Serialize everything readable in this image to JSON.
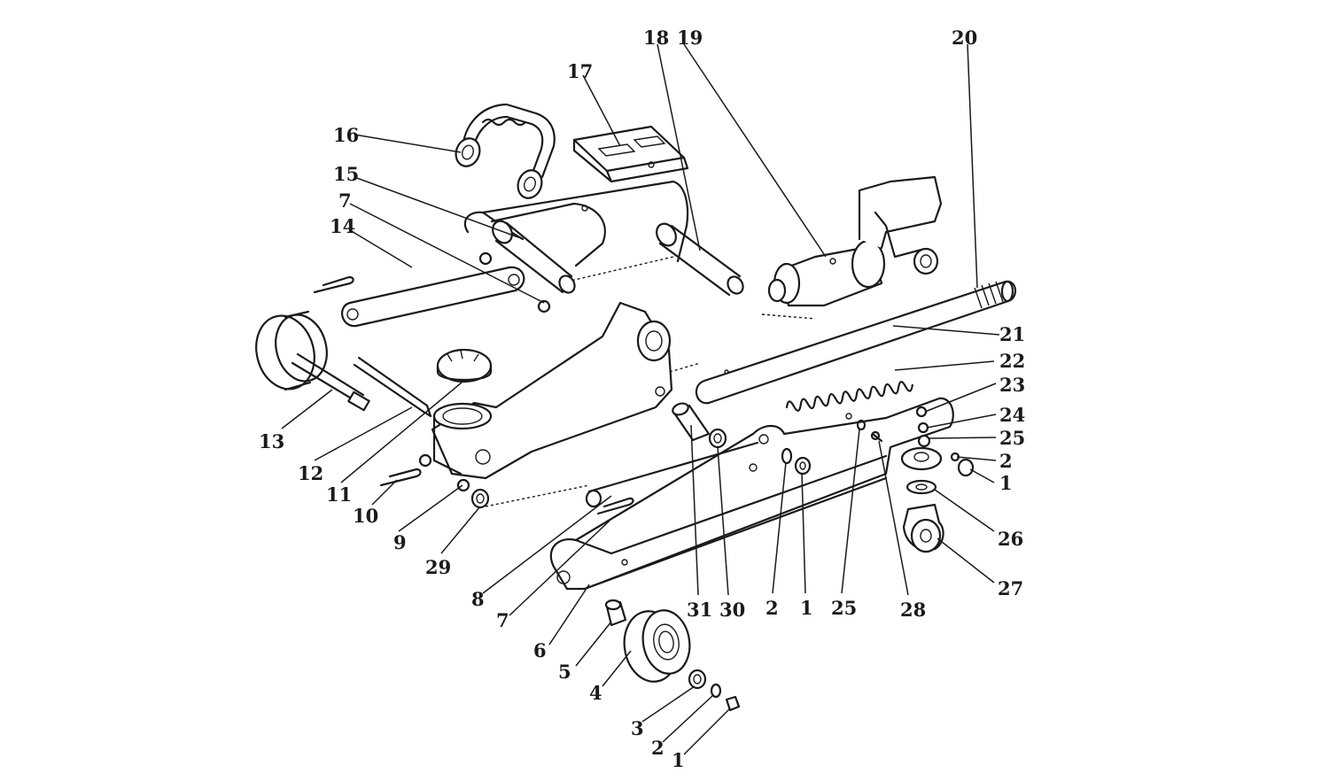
{
  "diagram": {
    "callouts": [
      {
        "id": "c16",
        "text": "16"
      },
      {
        "id": "c17",
        "text": "17"
      },
      {
        "id": "c18",
        "text": "18"
      },
      {
        "id": "c19",
        "text": "19"
      },
      {
        "id": "c20",
        "text": "20"
      },
      {
        "id": "c15",
        "text": "15"
      },
      {
        "id": "c7a",
        "text": "7"
      },
      {
        "id": "c14",
        "text": "14"
      },
      {
        "id": "c21",
        "text": "21"
      },
      {
        "id": "c22",
        "text": "22"
      },
      {
        "id": "c23",
        "text": "23"
      },
      {
        "id": "c24",
        "text": "24"
      },
      {
        "id": "c25a",
        "text": "25"
      },
      {
        "id": "c2a",
        "text": "2"
      },
      {
        "id": "c1a",
        "text": "1"
      },
      {
        "id": "c13",
        "text": "13"
      },
      {
        "id": "c12",
        "text": "12"
      },
      {
        "id": "c11",
        "text": "11"
      },
      {
        "id": "c10",
        "text": "10"
      },
      {
        "id": "c9",
        "text": "9"
      },
      {
        "id": "c29",
        "text": "29"
      },
      {
        "id": "c8",
        "text": "8"
      },
      {
        "id": "c7b",
        "text": "7"
      },
      {
        "id": "c31",
        "text": "31"
      },
      {
        "id": "c30",
        "text": "30"
      },
      {
        "id": "c2b",
        "text": "2"
      },
      {
        "id": "c1b",
        "text": "1"
      },
      {
        "id": "c25b",
        "text": "25"
      },
      {
        "id": "c28",
        "text": "28"
      },
      {
        "id": "c26",
        "text": "26"
      },
      {
        "id": "c27",
        "text": "27"
      },
      {
        "id": "c6",
        "text": "6"
      },
      {
        "id": "c5",
        "text": "5"
      },
      {
        "id": "c4",
        "text": "4"
      },
      {
        "id": "c3",
        "text": "3"
      },
      {
        "id": "c2c",
        "text": "2"
      },
      {
        "id": "c1c",
        "text": "1"
      }
    ]
  }
}
